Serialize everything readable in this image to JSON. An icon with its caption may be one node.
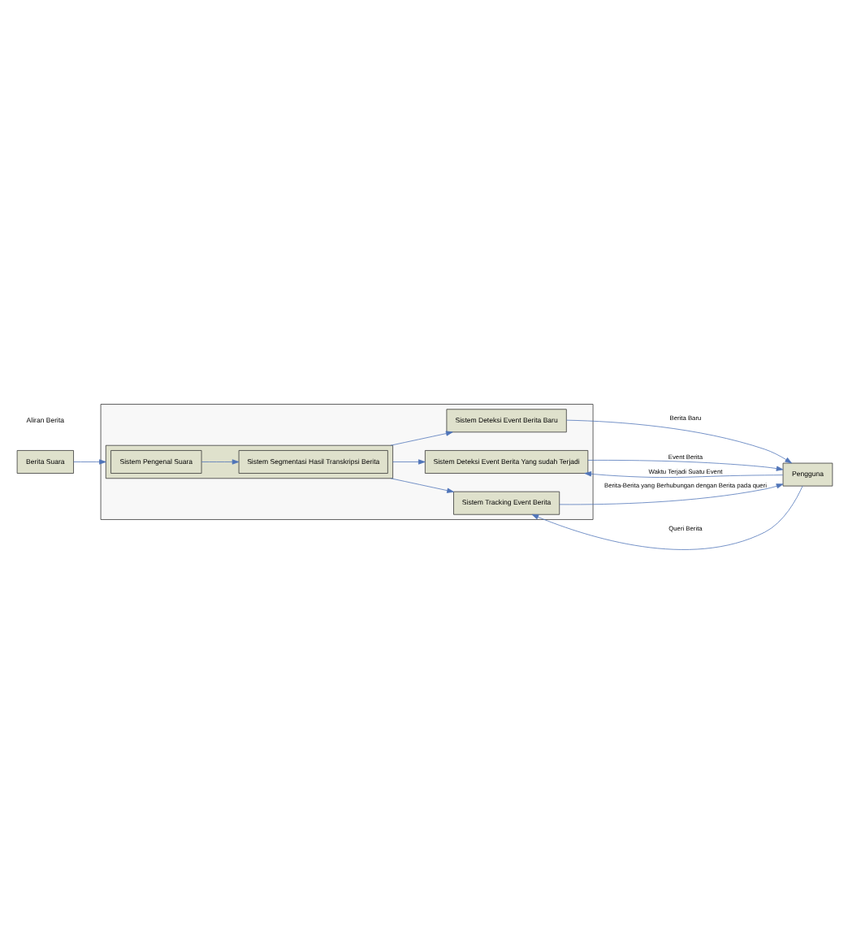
{
  "diagram": {
    "nodes": [
      {
        "text": [
          "Berita Suara"
        ]
      },
      {
        "text": [],
        "shape": "box"
      },
      {
        "text": [],
        "shape": "box",
        "in": 1
      },
      {
        "text": [
          "Sistem Pengenal Suara"
        ],
        "in": 2
      },
      {
        "text": [
          "Sistem Segmentasi Hasil Transkripsi Berita"
        ],
        "in": 2
      },
      {
        "text": [
          "Sistem Deteksi Event Berita Yang sudah Terjadi"
        ],
        "in": 1
      },
      {
        "text": [
          "Sistem Deteksi Event Berita Baru"
        ],
        "in": 1
      },
      {
        "text": [
          "Sistem Tracking Event Berita"
        ],
        "in": 1
      },
      {
        "text": [
          "Pengguna"
        ]
      }
    ],
    "edges": [
      {
        "from": 0,
        "to": 2,
        "arrow": "to"
      },
      {
        "from": 3,
        "to": 4,
        "arrow": "to"
      },
      {
        "from": 2,
        "to": 5,
        "arrow": "to"
      },
      {
        "from": 2,
        "to": 6,
        "arrow": "to"
      },
      {
        "from": 2,
        "to": 7,
        "arrow": "to"
      },
      {
        "from": 8,
        "to": 5,
        "arrow": "to",
        "label": "Waktu Terjadi Suatu Event"
      },
      {
        "from": 5,
        "to": 8,
        "arrow": "to",
        "label": "Event Berita"
      },
      {
        "from": 6,
        "to": 8,
        "arrow": "to",
        "label": "Berita Baru"
      },
      {
        "from": 8,
        "to": 7,
        "arrow": "to",
        "label": "Queri Berita"
      },
      {
        "from": 7,
        "to": 8,
        "arrow": "to",
        "label": "Berita-Berita yang Berhubungan dengan Berita pada queri"
      }
    ],
    "labels": [
      "Aliran Berita"
    ]
  }
}
